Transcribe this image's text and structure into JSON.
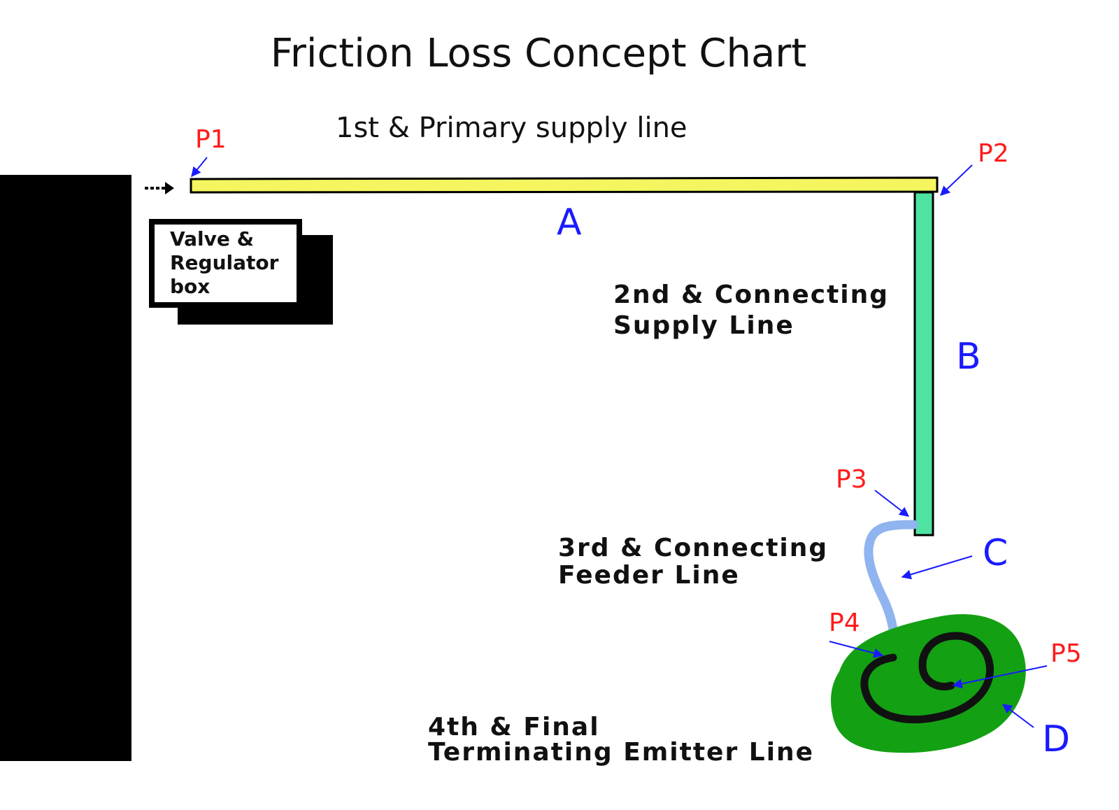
{
  "title": "Friction Loss Concept Chart",
  "box": {
    "line1": "Valve &",
    "line2": "Regulator",
    "line3": "box"
  },
  "lines": {
    "primary": "1st & Primary supply line",
    "connecting_line1": "2nd & Connecting",
    "connecting_line2": "Supply Line",
    "feeder_line1": "3rd & Connecting",
    "feeder_line2": "Feeder Line",
    "emitter_line1": "4th & Final",
    "emitter_line2": "Terminating Emitter Line"
  },
  "points": {
    "p1": "P1",
    "p2": "P2",
    "p3": "P3",
    "p4": "P4",
    "p5": "P5"
  },
  "segments": {
    "a": "A",
    "b": "B",
    "c": "C",
    "d": "D"
  },
  "colors": {
    "primary_pipe": "#f5f560",
    "connecting_pipe": "#4fe3a2",
    "feeder_line": "#8fb4f0",
    "emitter_area": "#13a013",
    "emitter_coil": "#111111",
    "point_labels": "#ff1a1a",
    "segment_labels": "#1a1aff",
    "arrows": "#1a1aff"
  }
}
